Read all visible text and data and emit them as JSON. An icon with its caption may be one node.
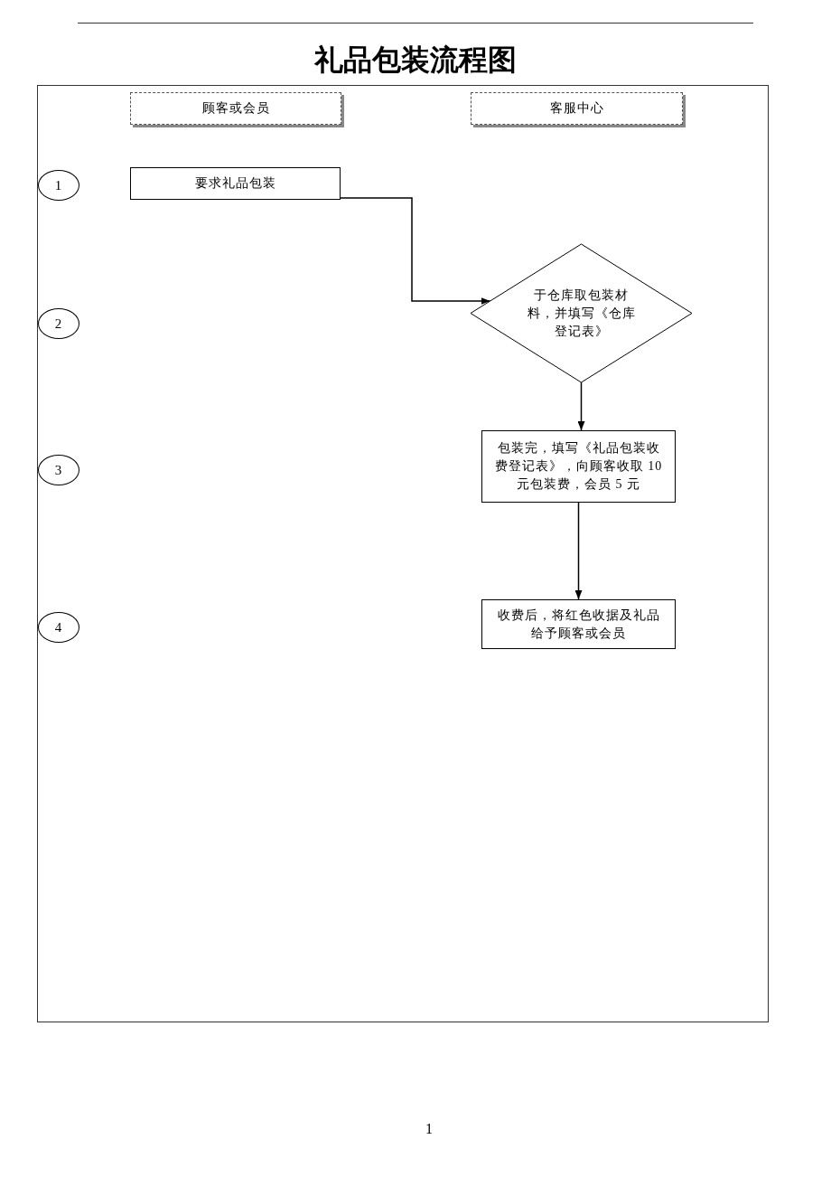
{
  "diagram": {
    "title": "礼品包装流程图",
    "nodes": [
      {
        "text": [
          "顾客或会员"
        ]
      },
      {
        "text": [
          "客服中心"
        ]
      },
      {
        "text": [
          "1"
        ]
      },
      {
        "text": [
          "2"
        ]
      },
      {
        "text": [
          "3"
        ]
      },
      {
        "text": [
          "4"
        ]
      },
      {
        "text": [
          "要求礼品包装"
        ]
      },
      {
        "text": [
          "于仓库取包装材料，并填写《仓库登记表》"
        ]
      },
      {
        "text": [
          "包装完，填写《礼品包装收费登记表》，向顾客收取 10 元包装费，会员 5 元"
        ]
      },
      {
        "text": [
          "收费后，将红色收据及礼品给予顾客或会员"
        ]
      }
    ],
    "edges": [
      {
        "from": 6,
        "to": 7,
        "arrow": "to"
      },
      {
        "from": 7,
        "to": 8,
        "arrow": "to"
      },
      {
        "from": 8,
        "to": 9,
        "arrow": "to"
      }
    ],
    "labels": [
      "1"
    ]
  }
}
